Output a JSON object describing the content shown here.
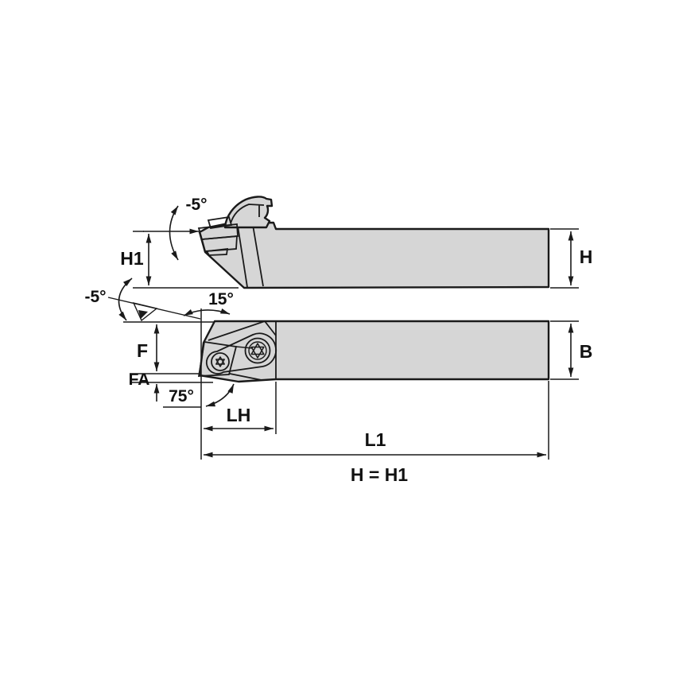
{
  "diagram": {
    "kind": "engineering-drawing-tool-holder",
    "labels": {
      "top_rake_angle": "-5°",
      "side_rake_angle": "-5°",
      "height_head": "H1",
      "height_shank": "H",
      "back_angle": "15°",
      "offset_f": "F",
      "offset_fa": "FA",
      "lead_angle": "75°",
      "shank_width": "B",
      "head_length": "LH",
      "overall_length": "L1",
      "note": "H = H1"
    },
    "colors": {
      "background": "#ffffff",
      "body_fill": "#d6d6d6",
      "screw_fill": "#c9c9c9",
      "insert_fill": "#ffffff",
      "line": "#1a1a1a"
    }
  }
}
